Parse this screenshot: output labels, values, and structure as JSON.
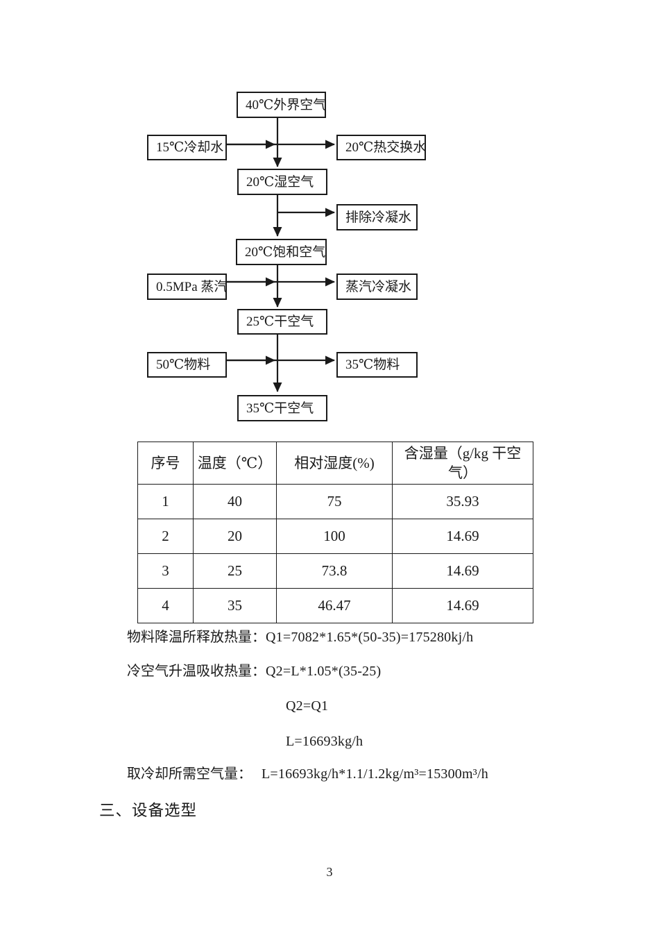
{
  "flowchart": {
    "boxes": [
      "40℃外界空气",
      "15℃冷却水",
      "20℃热交换水",
      "20℃湿空气",
      "排除冷凝水",
      "20℃饱和空气",
      "0.5MPa 蒸汽",
      "蒸汽冷凝水",
      "25℃干空气",
      "50℃物料",
      "35℃物料",
      "35℃干空气"
    ]
  },
  "table": {
    "headers": [
      "序号",
      "温度（℃）",
      "相对湿度(%)",
      "含湿量（g/kg 干空气）"
    ],
    "rows": [
      [
        "1",
        "40",
        "75",
        "35.93"
      ],
      [
        "2",
        "20",
        "100",
        "14.69"
      ],
      [
        "3",
        "25",
        "73.8",
        "14.69"
      ],
      [
        "4",
        "35",
        "46.47",
        "14.69"
      ]
    ]
  },
  "calculations": {
    "line1_label": "物料降温所释放热量：",
    "line1_formula": "Q1=7082*1.65*(50-35)=175280kj/h",
    "line2_label": "冷空气升温吸收热量：",
    "line2_formula": "Q2=L*1.05*(35-25)",
    "line3": "Q2=Q1",
    "line4": "L=16693kg/h",
    "line5_label": "取冷却所需空气量：",
    "line5_formula": "L=16693kg/h*1.1/1.2kg/m³=15300m³/h"
  },
  "section_heading": "三、设备选型",
  "page_number": "3"
}
